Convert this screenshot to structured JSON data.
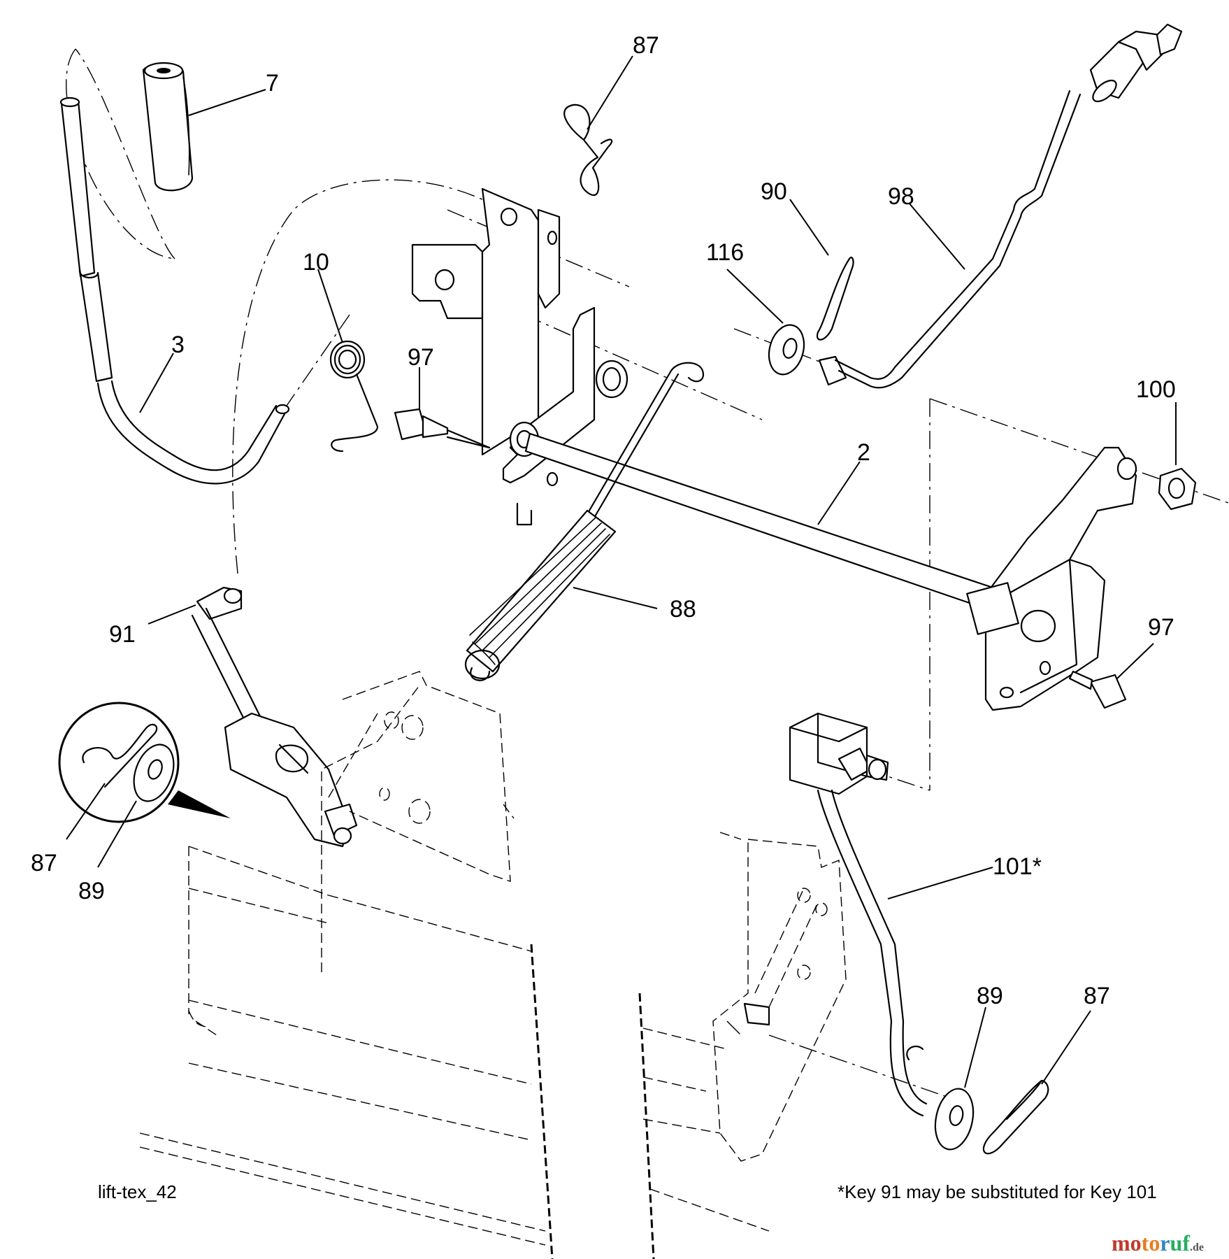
{
  "callouts": {
    "c7": "7",
    "c87_top": "87",
    "c90": "90",
    "c98": "98",
    "c116": "116",
    "c10": "10",
    "c3": "3",
    "c97_left": "97",
    "c2": "2",
    "c100": "100",
    "c97_right": "97",
    "c88": "88",
    "c91": "91",
    "c87_left": "87",
    "c89_left": "89",
    "c101": "101*",
    "c89_right": "89",
    "c87_right": "87"
  },
  "footer": {
    "diagram_id": "lift-tex_42",
    "note": "*Key 91 may be substituted for Key 101"
  },
  "watermark": {
    "text": "motoruf",
    "suffix": ".de",
    "colors": [
      "#c0392b",
      "#e67e22",
      "#2e86c1",
      "#27ae60"
    ]
  }
}
